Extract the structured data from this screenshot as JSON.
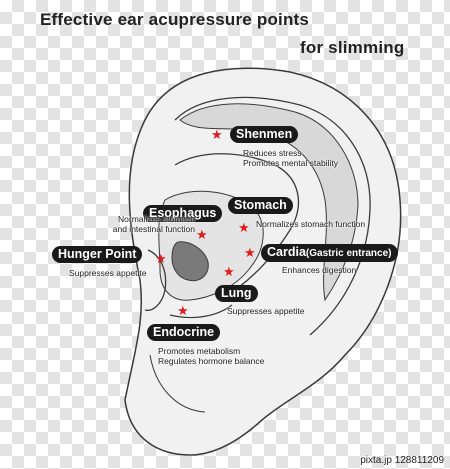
{
  "title": {
    "line1": "Effective ear acupressure points",
    "line2": "for slimming"
  },
  "colors": {
    "star": "#e11a1a",
    "pill_bg": "#1a1a1a",
    "ear_fill": "#f1f1f1",
    "ear_shadow": "#d8d8d8",
    "ear_outline": "#3a3a3a"
  },
  "points": {
    "shenmen": {
      "label": "Shenmen",
      "desc1": "Reduces stress",
      "desc2": "Promotes mental stability"
    },
    "stomach": {
      "label": "Stomach",
      "desc1": "Normalizes stomach function"
    },
    "esophagus": {
      "label": "Esophagus",
      "desc1": "Normalizes stomach",
      "desc2": "and intestinal function"
    },
    "hunger_point": {
      "label": "Hunger Point",
      "desc1": "Suppresses appetite"
    },
    "cardia": {
      "label": "Cardia",
      "sub_label": "(Gastric entrance)",
      "desc1": "Enhances digestion"
    },
    "lung": {
      "label": "Lung",
      "desc1": "Suppresses appetite"
    },
    "endocrine": {
      "label": "Endocrine",
      "desc1": "Promotes metabolism",
      "desc2": "Regulates hormone balance"
    }
  },
  "star_icon": "star-icon",
  "footer": {
    "brand": "pixta.jp",
    "id": "128811209"
  }
}
